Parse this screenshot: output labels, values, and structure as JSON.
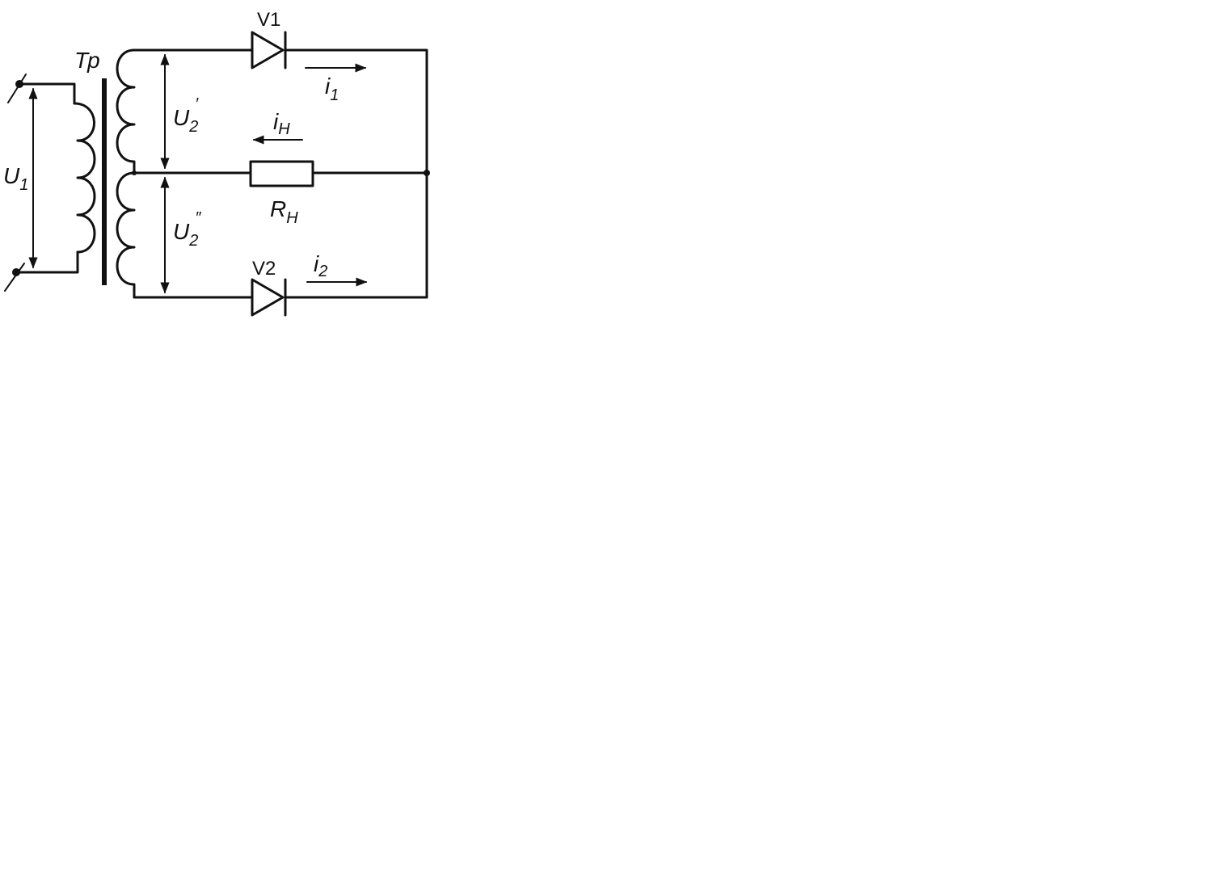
{
  "diagram": {
    "transformer": {
      "label": "Тр"
    },
    "primary_voltage": {
      "symbol": "U",
      "subscript": "1"
    },
    "secondary_upper_voltage": {
      "symbol": "U",
      "subscript": "2",
      "superscript": "′"
    },
    "secondary_lower_voltage": {
      "symbol": "U",
      "subscript": "2",
      "superscript": "″"
    },
    "diode_upper": {
      "label": "V1"
    },
    "diode_lower": {
      "label": "V2"
    },
    "current_upper": {
      "symbol": "i",
      "subscript": "1"
    },
    "current_lower": {
      "symbol": "i",
      "subscript": "2"
    },
    "current_load": {
      "symbol": "i",
      "subscript": "Н"
    },
    "load_resistor": {
      "symbol": "R",
      "subscript": "Н"
    }
  },
  "colors": {
    "ink": "#111111",
    "background": "#ffffff"
  }
}
